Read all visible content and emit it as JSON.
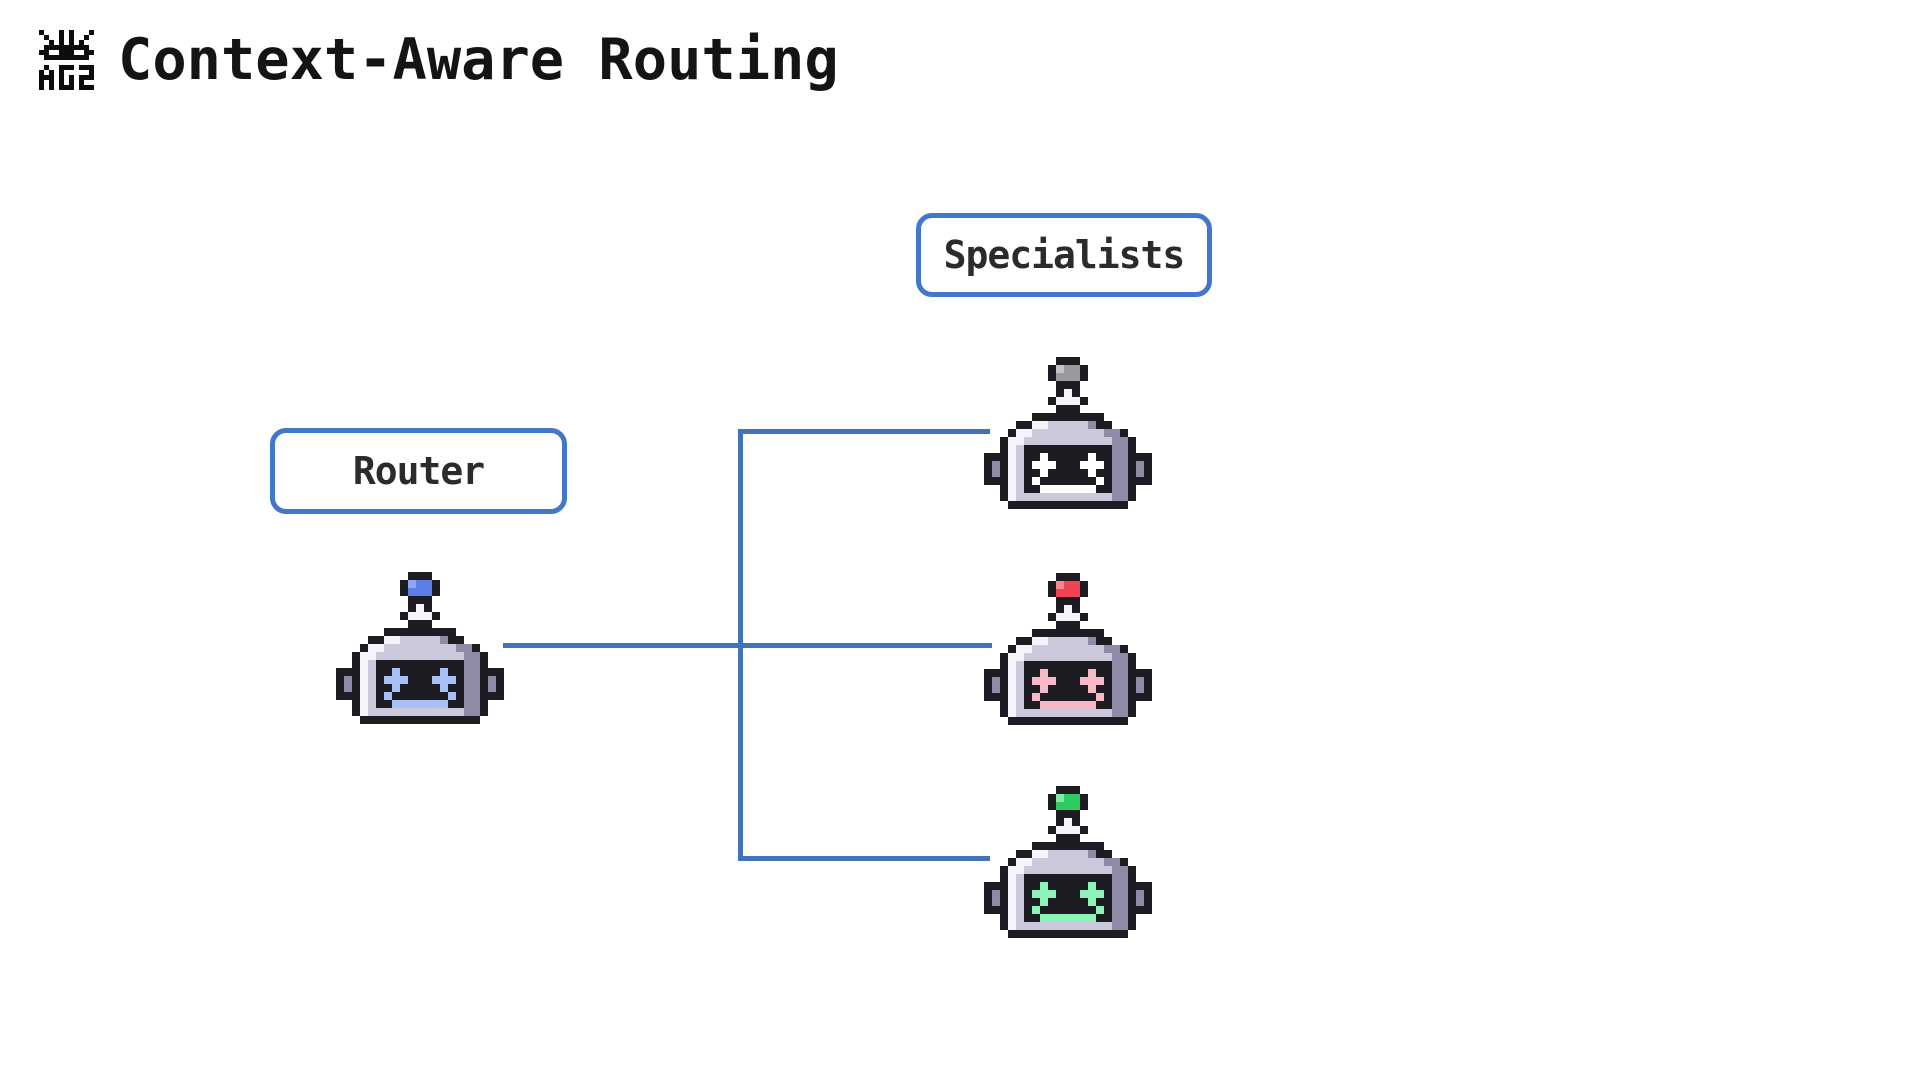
{
  "title": "Context-Aware Routing",
  "logo": {
    "text": "AG2",
    "icon": "pixel-robot-face"
  },
  "boxes": {
    "router_label": "Router",
    "specialists_label": "Specialists"
  },
  "colors": {
    "background": "#ffffff",
    "connector_blue": "#4172be",
    "box_border_blue": "#4377c9",
    "title_text": "#141414",
    "label_text": "#2b2b2b",
    "robot_outline": "#1c1c22",
    "robot_body_light": "#ccc9dd",
    "robot_body_dark": "#8f8ba6",
    "robot_highlight": "#f5f4fa"
  },
  "robots": [
    {
      "role": "router-agent",
      "antenna": "blue",
      "antenna_color": "#5d7ee8",
      "antenna_highlight": "#8fa6f2",
      "face_glow": "#a9c1f6"
    },
    {
      "role": "specialist-agent-1",
      "antenna": "gray",
      "antenna_color": "#9a999c",
      "antenna_highlight": "#c4c3c6",
      "face_glow": "#ffffff"
    },
    {
      "role": "specialist-agent-2",
      "antenna": "red",
      "antenna_color": "#f04455",
      "antenna_highlight": "#ff8591",
      "face_glow": "#f6b9c8"
    },
    {
      "role": "specialist-agent-3",
      "antenna": "green",
      "antenna_color": "#2ecc5e",
      "antenna_highlight": "#83e9a8",
      "face_glow": "#8cf2b7"
    }
  ]
}
